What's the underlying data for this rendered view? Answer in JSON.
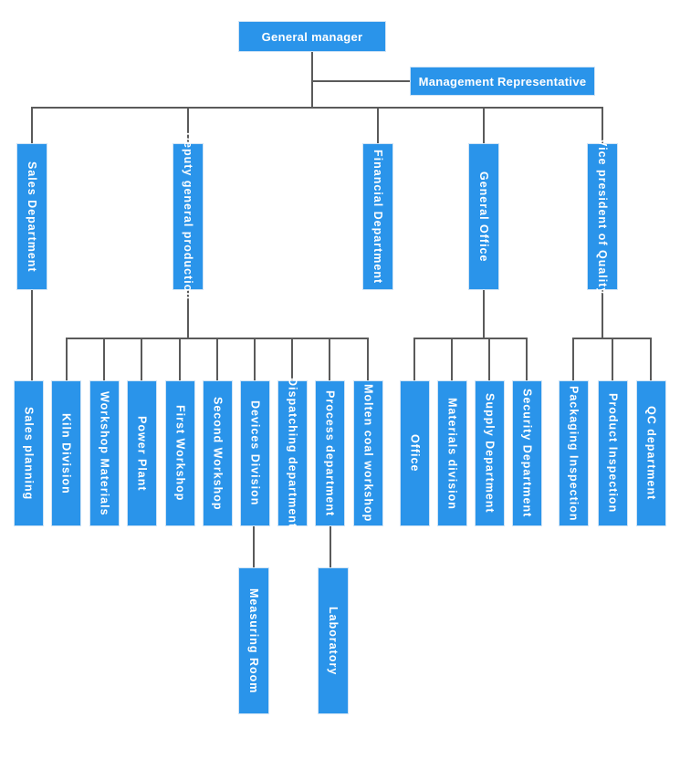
{
  "chart": {
    "root": "General manager",
    "staff": "Management Representative",
    "departments": [
      "Sales Department",
      "Deputy general production",
      "Financial Department",
      "General Office",
      "Vice president of Quality"
    ],
    "sales_children": [
      "Sales planning"
    ],
    "production_children": [
      "Kiln Division",
      "Workshop Materials",
      "Power Plant",
      "First Workshop",
      "Second Workshop",
      "Devices Division",
      "Dispatching department",
      "Process department",
      "Molten coal workshop"
    ],
    "office_children": [
      "Office",
      "Materials division",
      "Supply Department",
      "Security Department"
    ],
    "quality_children": [
      "Packaging Inspection",
      "Product Inspection",
      "QC department"
    ],
    "devices_children": [
      "Measuring Room"
    ],
    "process_children": [
      "Laboratory"
    ],
    "colors": {
      "node_fill": "#2a94ea",
      "node_border": "#cfe3f5",
      "connector": "#5a5a5a",
      "text": "#ffffff",
      "background": "#ffffff"
    }
  }
}
